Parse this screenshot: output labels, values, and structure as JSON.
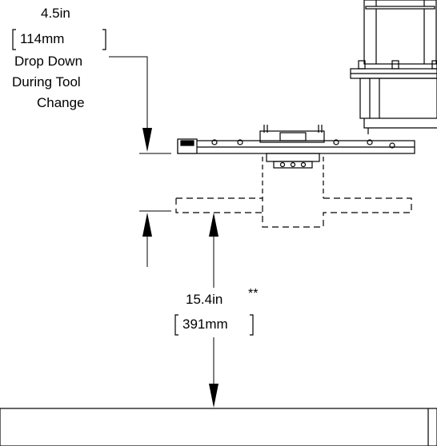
{
  "annotations": {
    "drop_value_in": "4.5in",
    "drop_value_mm": "114mm",
    "drop_note_line1": "Drop Down",
    "drop_note_line2": "During Tool",
    "drop_note_line3": "Change",
    "clearance_value_in": "15.4in",
    "clearance_asterisks": "**",
    "clearance_value_mm": "391mm"
  }
}
